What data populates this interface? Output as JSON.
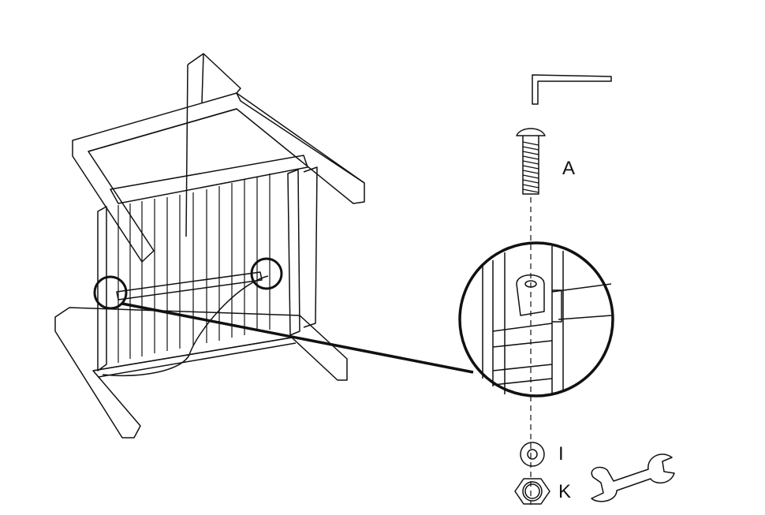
{
  "labels": {
    "bolt": "A",
    "washer": "I",
    "nut": "K"
  },
  "colors": {
    "line": "#111111",
    "background": "#ffffff"
  }
}
